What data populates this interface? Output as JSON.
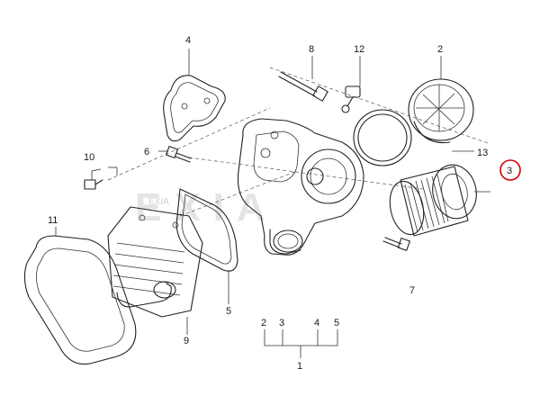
{
  "callouts": {
    "p1": "1",
    "p2_top": "2",
    "p3": "3",
    "p4": "4",
    "p5": "5",
    "p6": "6",
    "p7": "7",
    "p8": "8",
    "p9": "9",
    "p10": "10",
    "p11": "11",
    "p12": "12",
    "p13": "13"
  },
  "group_labels": [
    "2",
    "3",
    "4",
    "5"
  ],
  "watermark": {
    "text": "EXIA",
    "small": "EXIA"
  },
  "highlight": {
    "target": "3",
    "color": "#d00000"
  }
}
